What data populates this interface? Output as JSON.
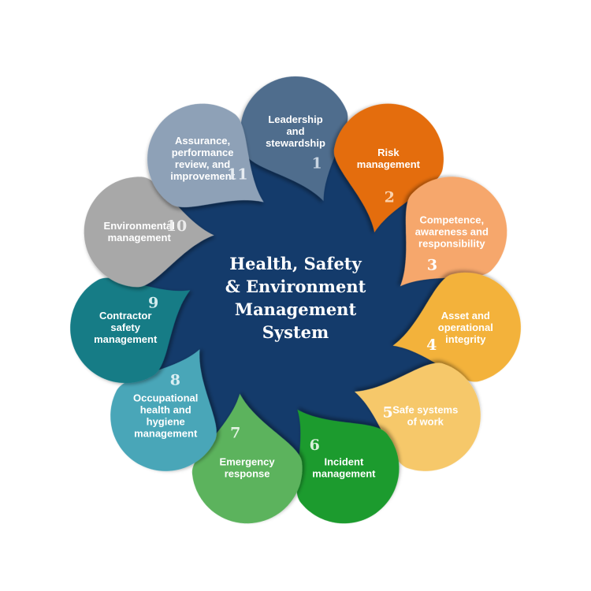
{
  "center": {
    "title_lines": [
      "Health, Safety",
      "& Environment",
      "Management",
      "System"
    ],
    "color": "#143b6b"
  },
  "elements": [
    {
      "number": "1",
      "label": [
        "Leadership",
        "and",
        "stewardship"
      ],
      "color": "#4f6d8d",
      "number_color": "#c9d5e2"
    },
    {
      "number": "2",
      "label": [
        "Risk",
        "management"
      ],
      "color": "#e46d0d",
      "number_color": "#fbd2ad"
    },
    {
      "number": "3",
      "label": [
        "Competence,",
        "awareness and",
        "responsibility"
      ],
      "color": "#f6a76c",
      "number_color": "#ffffff"
    },
    {
      "number": "4",
      "label": [
        "Asset and",
        "operational",
        "integrity"
      ],
      "color": "#f3b23a",
      "number_color": "#ffffff"
    },
    {
      "number": "5",
      "label": [
        "Safe systems",
        "of work"
      ],
      "color": "#f6c86a",
      "number_color": "#ffffff"
    },
    {
      "number": "6",
      "label": [
        "Incident",
        "management"
      ],
      "color": "#1f9b2e",
      "number_color": "#d8f0d9"
    },
    {
      "number": "7",
      "label": [
        "Emergency",
        "response"
      ],
      "color": "#5bb35d",
      "number_color": "#e3f3e3"
    },
    {
      "number": "8",
      "label": [
        "Occupational",
        "health and",
        "hygiene",
        "management"
      ],
      "color": "#4aa6b8",
      "number_color": "#d9eef2"
    },
    {
      "number": "9",
      "label": [
        "Contractor",
        "safety",
        "management"
      ],
      "color": "#137c86",
      "number_color": "#d2ecee"
    },
    {
      "number": "10",
      "label": [
        "Environmental",
        "management"
      ],
      "color": "#a8a8a8",
      "number_color": "#ececec"
    },
    {
      "number": "11",
      "label": [
        "Assurance,",
        "performance",
        "review, and",
        "improvement"
      ],
      "color": "#8ea1b7",
      "number_color": "#e6ecf2"
    }
  ]
}
